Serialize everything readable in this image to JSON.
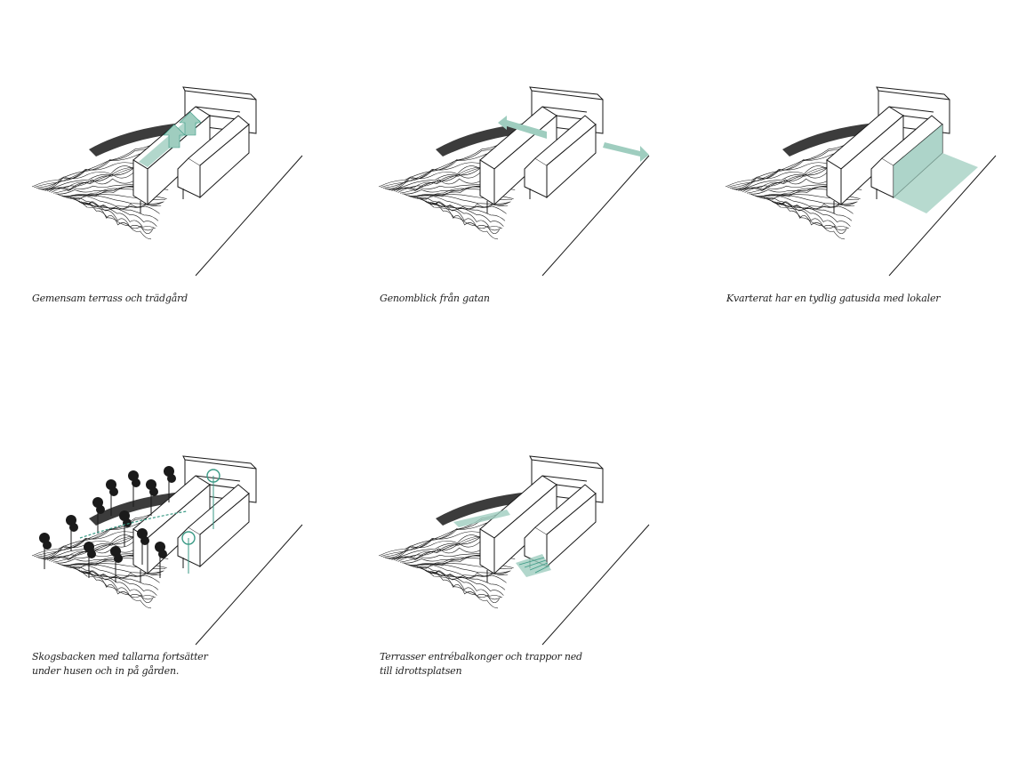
{
  "colors": {
    "accent": "#9fcdbf",
    "accent_dark": "#3a9a85",
    "line": "#1a1a1a"
  },
  "diagrams": [
    {
      "caption": "Gemensam terrass och trädgård",
      "highlight": "terrace-and-arrows"
    },
    {
      "caption": "Genomblick från gatan",
      "highlight": "view-arrows"
    },
    {
      "caption": "Kvarterat har en tydlig gatusida med lokaler",
      "highlight": "street-side-plane"
    },
    {
      "caption": "Skogsbacken med tallarna fortsätter under husen och in på gården.",
      "highlight": "pine-trees"
    },
    {
      "caption": "Terrasser entrébalkonger och trappor ned till idrottsplatsen",
      "highlight": "terrace-stairs"
    }
  ]
}
